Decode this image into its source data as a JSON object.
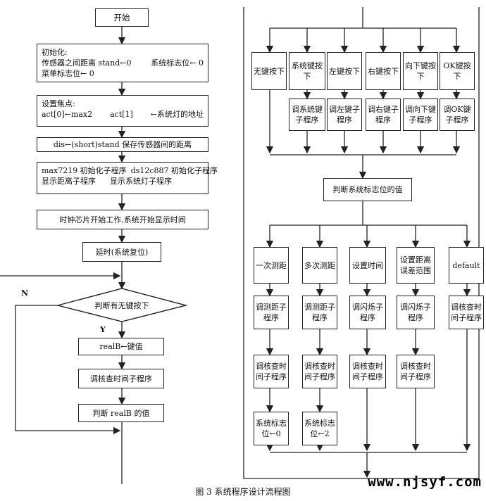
{
  "left": {
    "start": "开始",
    "init": {
      "l1": "初始化:",
      "l2a": "传感器之间距离 stand←0",
      "l2b": "系统标志位← 0",
      "l3": "菜单标志位← 0"
    },
    "focus": {
      "l1": "设置焦点:",
      "l2a": "act[0]←max2",
      "l2b": "act[1]",
      "l2c": "←系统灯的地址"
    },
    "dist": "dis←(short)stand  保存传感器间的距离",
    "sub": {
      "l1a": "max7219 初始化子程序",
      "l1b": "ds12c887  初始化子程序",
      "l2a": "显示距离子程序",
      "l2b": "显示系统灯子程序"
    },
    "clock": "时钟芯片开始工作,系统开始显示时间",
    "delay": "延时(系统复位)",
    "decision": "判断有无键按下",
    "n_label": "N",
    "y_label": "Y",
    "realb": "realB←键值",
    "check": "调核查时间子程序",
    "judge": "判断 realB 的值"
  },
  "keys": [
    {
      "label": "无键按下",
      "sub": ""
    },
    {
      "label": "系统键按下",
      "sub": "调系统键子程序"
    },
    {
      "label": "左键按下",
      "sub": "调左键子程序"
    },
    {
      "label": "右键按下",
      "sub": "调右键子程序"
    },
    {
      "label": "向下键按下",
      "sub": "调向下键子程序"
    },
    {
      "label": "OK键按下",
      "sub": "调OK键子程序"
    }
  ],
  "judge_flag": "判断系统标志位的值",
  "flags": [
    {
      "label": "一次测距",
      "s1": "调测距子程序",
      "s2": "调核查时间子程序",
      "s3": "系统标志位←0"
    },
    {
      "label": "多次测距",
      "s1": "调测距子程序",
      "s2": "调核查时间子程序",
      "s3": "系统标志位←2"
    },
    {
      "label": "设置时间",
      "s1": "调闪烁子程序",
      "s2": "调核查时间子程序",
      "s3": ""
    },
    {
      "label": "设置距离误差范围",
      "s1": "调闪烁子程序",
      "s2": "调核查时间子程序",
      "s3": ""
    },
    {
      "label": "default",
      "s1": "调核查时间子程序",
      "s2": "",
      "s3": ""
    }
  ],
  "caption": "图 3    系统程序设计流程图",
  "watermark": "www.njsyf.com"
}
